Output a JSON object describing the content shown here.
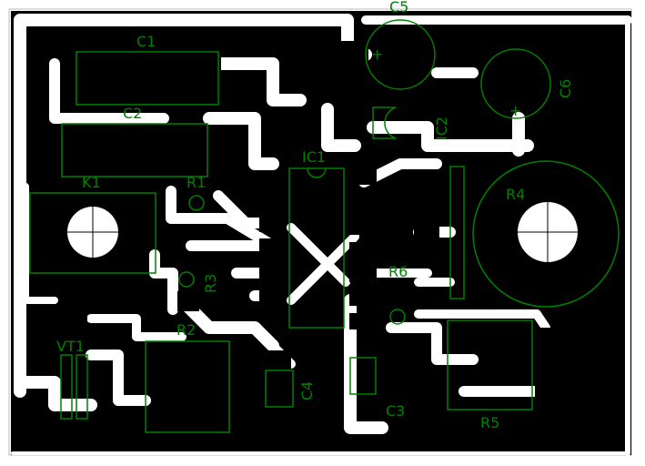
{
  "colors": {
    "background": "#ffffff",
    "copper": "#000000",
    "trace": "#ffffff",
    "silkscreen": "#008000"
  },
  "designators": {
    "c1": "C1",
    "c2": "C2",
    "c3": "C3",
    "c4": "C4",
    "c5": "C5",
    "c6": "C6",
    "k1": "K1",
    "r1": "R1",
    "r2": "R2",
    "r3": "R3",
    "r4": "R4",
    "r5": "R5",
    "r6": "R6",
    "ic1": "IC1",
    "ic2": "IC2",
    "vt1": "VT1"
  },
  "polarity": {
    "c5_plus": "+",
    "c6_plus": "+"
  }
}
